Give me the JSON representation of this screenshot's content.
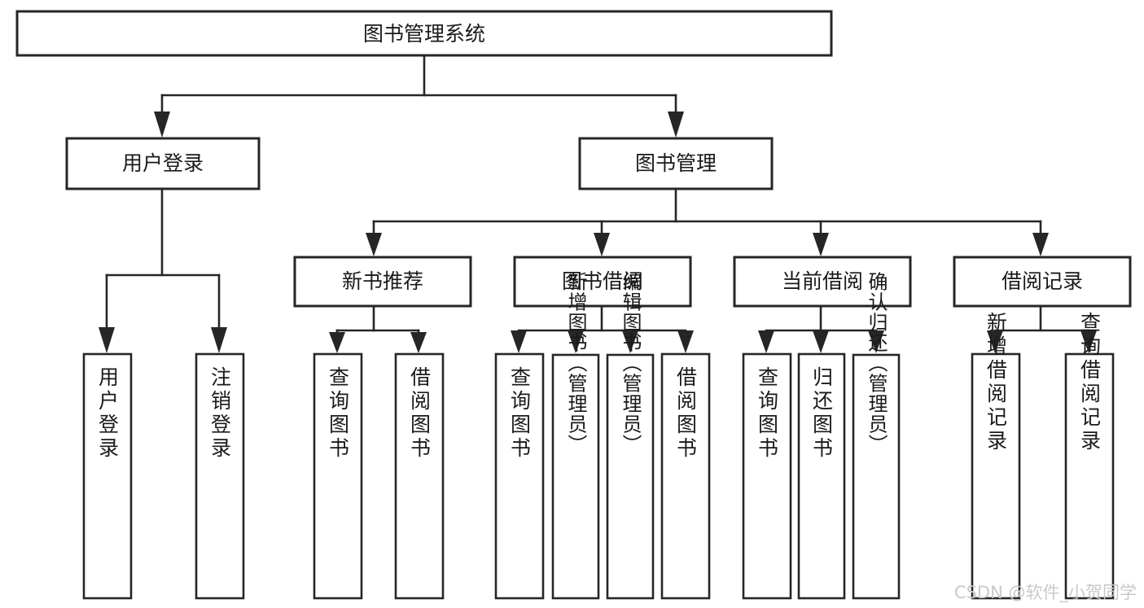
{
  "diagram": {
    "title_node": {
      "label": "图书管理系统"
    },
    "level2": [
      {
        "id": "user-login",
        "label": "用户登录"
      },
      {
        "id": "book-management",
        "label": "图书管理"
      }
    ],
    "level3": [
      {
        "id": "new-book-recommend",
        "label": "新书推荐"
      },
      {
        "id": "book-borrow",
        "label": "图书借阅"
      },
      {
        "id": "current-borrow",
        "label": "当前借阅"
      },
      {
        "id": "borrow-record",
        "label": "借阅记录"
      }
    ],
    "leaves": {
      "user_login": [
        {
          "id": "leaf-user-login",
          "label": "用户登录"
        },
        {
          "id": "leaf-logout-login",
          "label": "注销登录"
        }
      ],
      "new_book_recommend": [
        {
          "id": "leaf-query-book-1",
          "label": "查询图书"
        },
        {
          "id": "leaf-borrow-book-1",
          "label": "借阅图书"
        }
      ],
      "book_borrow": [
        {
          "id": "leaf-query-book-2",
          "label": "查询图书"
        },
        {
          "id": "leaf-add-book",
          "label": "新增图书（管理员）"
        },
        {
          "id": "leaf-edit-book",
          "label": "编辑图书（管理员）"
        },
        {
          "id": "leaf-borrow-book-2",
          "label": "借阅图书"
        }
      ],
      "current_borrow": [
        {
          "id": "leaf-query-book-3",
          "label": "查询图书"
        },
        {
          "id": "leaf-return-book",
          "label": "归还图书"
        },
        {
          "id": "leaf-confirm-return",
          "label": "确认归还（管理员）"
        }
      ],
      "borrow_record": [
        {
          "id": "leaf-add-record",
          "label": "新增借阅记录"
        },
        {
          "id": "leaf-query-record",
          "label": "查询借阅记录"
        }
      ]
    }
  },
  "watermark": {
    "text": "CSDN @软件_小贺同学"
  },
  "colors": {
    "stroke": "#262626",
    "box_fill": "#ffffff",
    "text": "#1a1a1a",
    "watermark": "#c9c9c9",
    "background": "#ffffff"
  }
}
